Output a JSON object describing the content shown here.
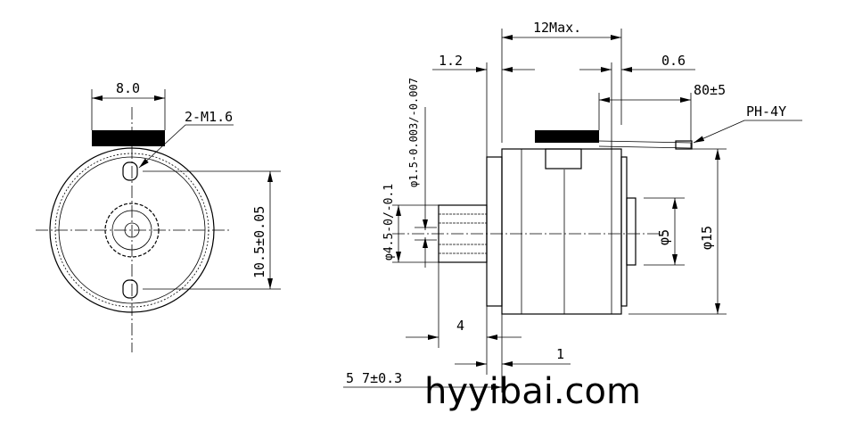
{
  "front_view": {
    "width_label": "8.0",
    "hole_label": "2-M1.6",
    "hole_spacing_label": "10.5±0.05"
  },
  "side_view": {
    "length_label": "12Max.",
    "front_cap_label": "1.2",
    "rear_gap_label": "0.6",
    "cable_length_label": "80±5",
    "connector_label": "PH-4Y",
    "shaft_dia_label": "φ1.5-0.003/-0.007",
    "pinion_dia_label": "φ4.5-0/-0.1",
    "boss_dia_label": "φ5",
    "body_dia_label": "φ15",
    "pinion_length_label": "4",
    "offset_label": "1",
    "shaft_length_label": "5 7±0.3"
  },
  "watermark": "hyyibai.com"
}
